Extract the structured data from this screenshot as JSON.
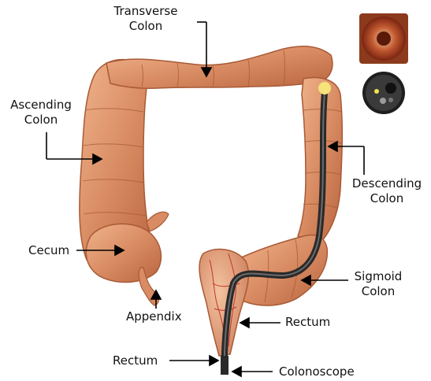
{
  "labels": {
    "transverse_line1": "Transverse",
    "transverse_line2": "Colon",
    "ascending_line1": "Ascending",
    "ascending_line2": "Colon",
    "descending_line1": "Descending",
    "descending_line2": "Colon",
    "cecum": "Cecum",
    "sigmoid_line1": "Sigmoid",
    "sigmoid_line2": "Colon",
    "appendix": "Appendix",
    "rectum_right": "Rectum",
    "rectum_left": "Rectum",
    "colonoscope": "Colonoscope"
  },
  "colors": {
    "colon_fill": "#d98c63",
    "colon_shadow": "#b8643e",
    "colon_highlight": "#f0b48c",
    "scope": "#2a2a2a",
    "scope_tip": "#f6e37a",
    "rectum_fill": "#e2a07c",
    "vessel": "#c2352a",
    "arrow": "#000000"
  },
  "insets": {
    "top": "endoscopic-view-image",
    "bottom": "scope-tip-view-image"
  }
}
